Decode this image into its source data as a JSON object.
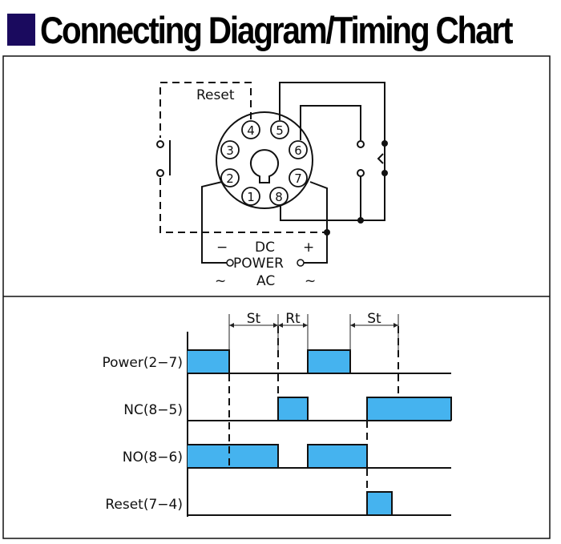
{
  "header": {
    "title": "Connecting Diagram/Timing Chart",
    "accent_color": "#1a0a5e"
  },
  "connecting_diagram": {
    "pins": [
      "1",
      "2",
      "3",
      "4",
      "5",
      "6",
      "7",
      "8"
    ],
    "reset_label": "Reset",
    "dc_minus": "−",
    "dc_label": "DC",
    "dc_plus": "+",
    "power_label": "POWER",
    "ac_tilde_left": "~",
    "ac_label": "AC",
    "ac_tilde_right": "~"
  },
  "timing_chart": {
    "fill_color": "#45b3ef",
    "signals": [
      {
        "label": "Power(2−7)",
        "high": [
          [
            0,
            5.2
          ],
          [
            15,
            20.3
          ]
        ]
      },
      {
        "label": "NC(8−5)",
        "high": [
          [
            11.3,
            15
          ],
          [
            22.4,
            32.9
          ]
        ]
      },
      {
        "label": "NO(8−6)",
        "high": [
          [
            0,
            11.3
          ],
          [
            15,
            22.4
          ]
        ]
      },
      {
        "label": "Reset(7−4)",
        "high": [
          [
            22.4,
            25.5
          ]
        ]
      }
    ],
    "time_end": 32.9,
    "intervals": [
      {
        "label": "St",
        "from": 5.2,
        "to": 11.3
      },
      {
        "label": "Rt",
        "from": 11.3,
        "to": 15
      },
      {
        "label": "St",
        "from": 20.3,
        "to": 26.3
      }
    ]
  }
}
